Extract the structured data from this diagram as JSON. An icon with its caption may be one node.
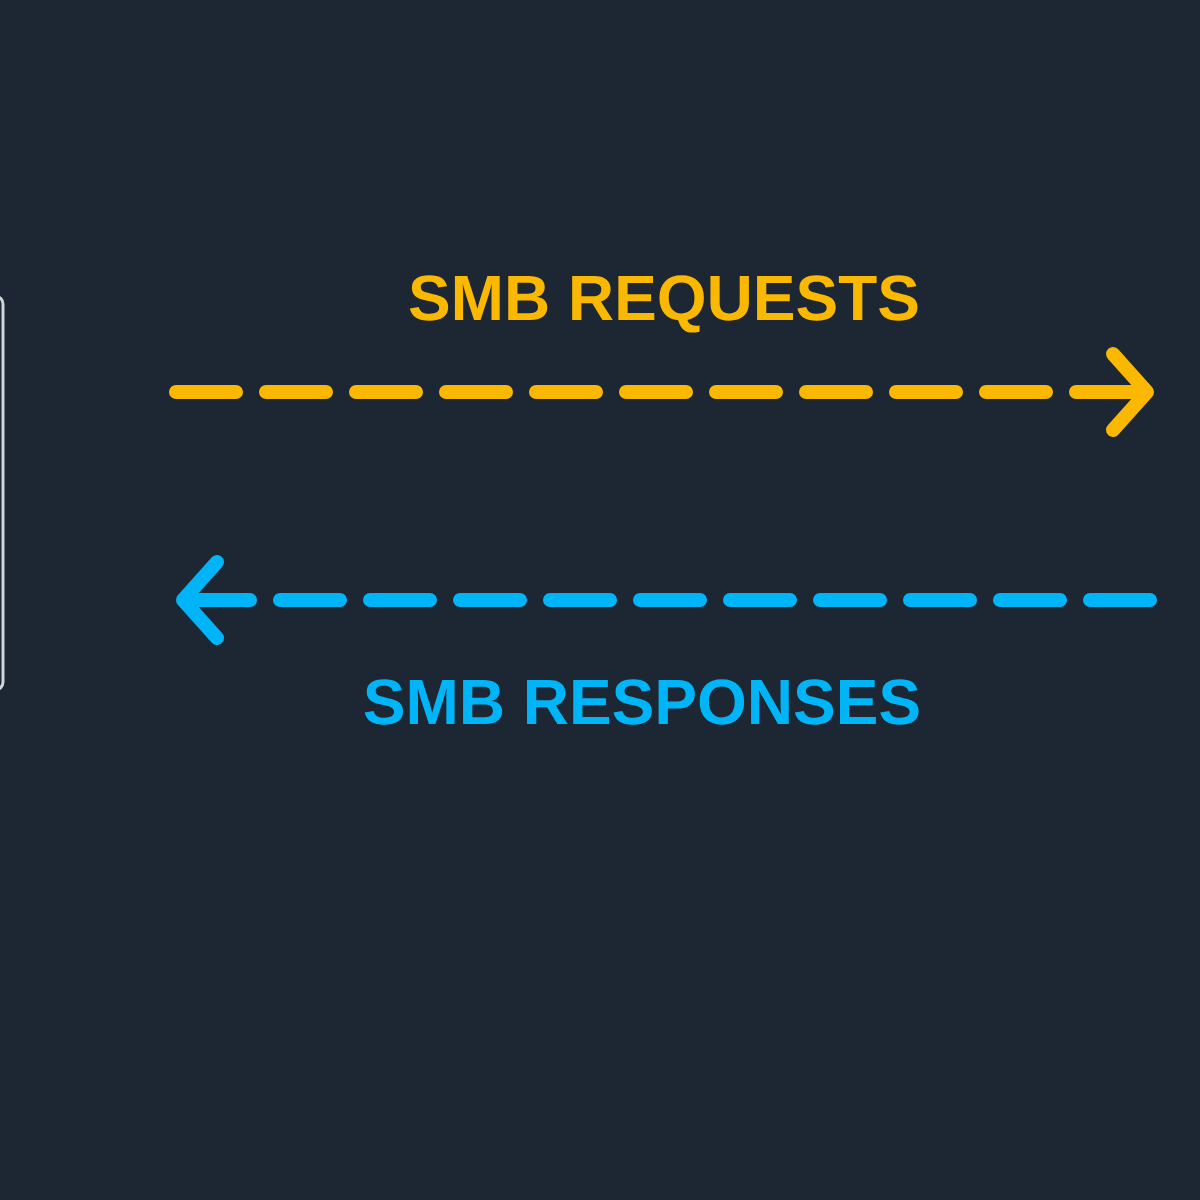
{
  "diagram": {
    "nodes": [
      {
        "text": [],
        "shape": "box"
      }
    ],
    "labels": [
      "SMB REQUESTS",
      "SMB RESPONSES"
    ]
  }
}
